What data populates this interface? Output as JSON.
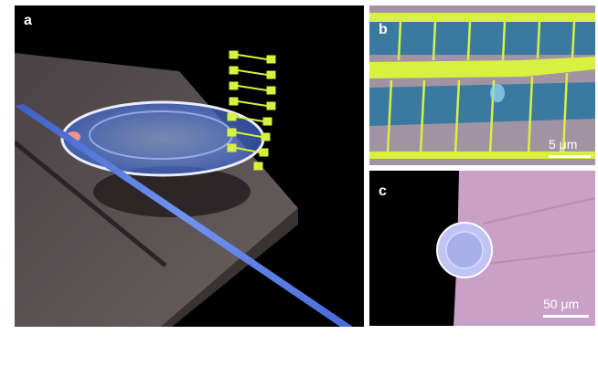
{
  "panels": {
    "a": {
      "label": "a"
    },
    "b": {
      "label": "b",
      "scale_text": "5 μm"
    },
    "c": {
      "label": "c",
      "scale_text": "50 μm"
    }
  },
  "colors": {
    "background": "#ffffff",
    "panel_a_bg": "#000000",
    "slab": "#5a5052",
    "resonator_blue": "#6f9bf0",
    "fiber_blue": "#5a80e0",
    "electrode_yellow": "#d8f040",
    "film_blue": "#3a7aa0",
    "substrate_pink": "#c9a0c8",
    "disk_lavender": "#c0c4f4"
  },
  "icons": [
    "scale-bar-icon"
  ]
}
